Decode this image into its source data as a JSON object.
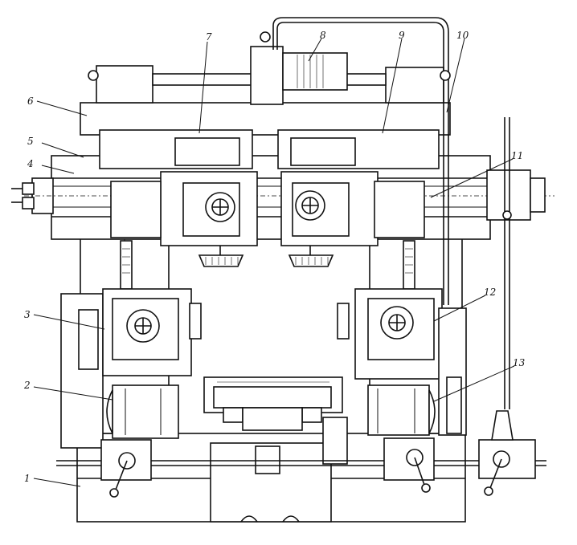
{
  "diagram": {
    "labels": [
      {
        "id": "1",
        "text": "1"
      },
      {
        "id": "2",
        "text": "2"
      },
      {
        "id": "3",
        "text": "3"
      },
      {
        "id": "4",
        "text": "4"
      },
      {
        "id": "5",
        "text": "5"
      },
      {
        "id": "6",
        "text": "6"
      },
      {
        "id": "7",
        "text": "7"
      },
      {
        "id": "8",
        "text": "8"
      },
      {
        "id": "9",
        "text": "9"
      },
      {
        "id": "10",
        "text": "10"
      },
      {
        "id": "11",
        "text": "11"
      },
      {
        "id": "12",
        "text": "12"
      },
      {
        "id": "13",
        "text": "13"
      }
    ]
  }
}
